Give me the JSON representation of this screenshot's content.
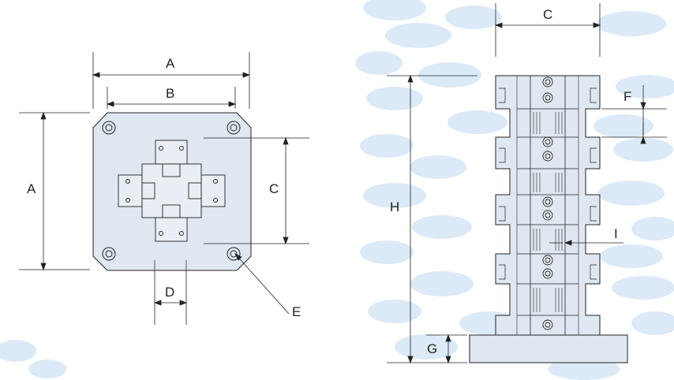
{
  "left_view": {
    "dim_a_top": "A",
    "dim_b": "B",
    "dim_a_side": "A",
    "dim_c": "C",
    "dim_d": "D",
    "callout_e": "E"
  },
  "right_view": {
    "dim_c": "C",
    "dim_f": "F",
    "dim_h": "H",
    "dim_i": "I",
    "dim_g": "G"
  },
  "colors": {
    "part_fill": "#dfe8f1",
    "line": "#222222",
    "bubble": "#d6e7f6"
  }
}
